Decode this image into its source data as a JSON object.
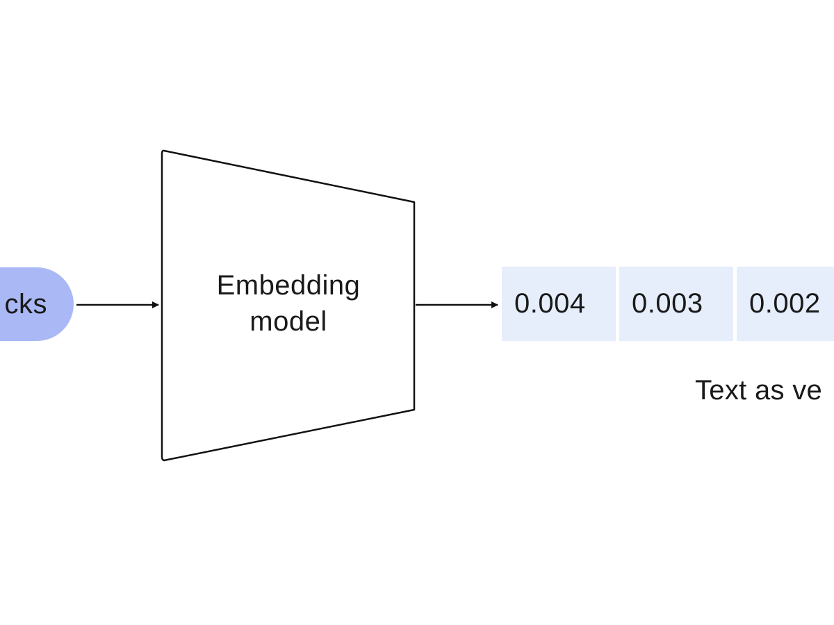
{
  "input": {
    "label": "cks"
  },
  "model": {
    "line1": "Embedding",
    "line2": "model"
  },
  "vector": {
    "values": [
      "0.004",
      "0.003",
      "0.002"
    ],
    "caption": "Text as ve"
  }
}
